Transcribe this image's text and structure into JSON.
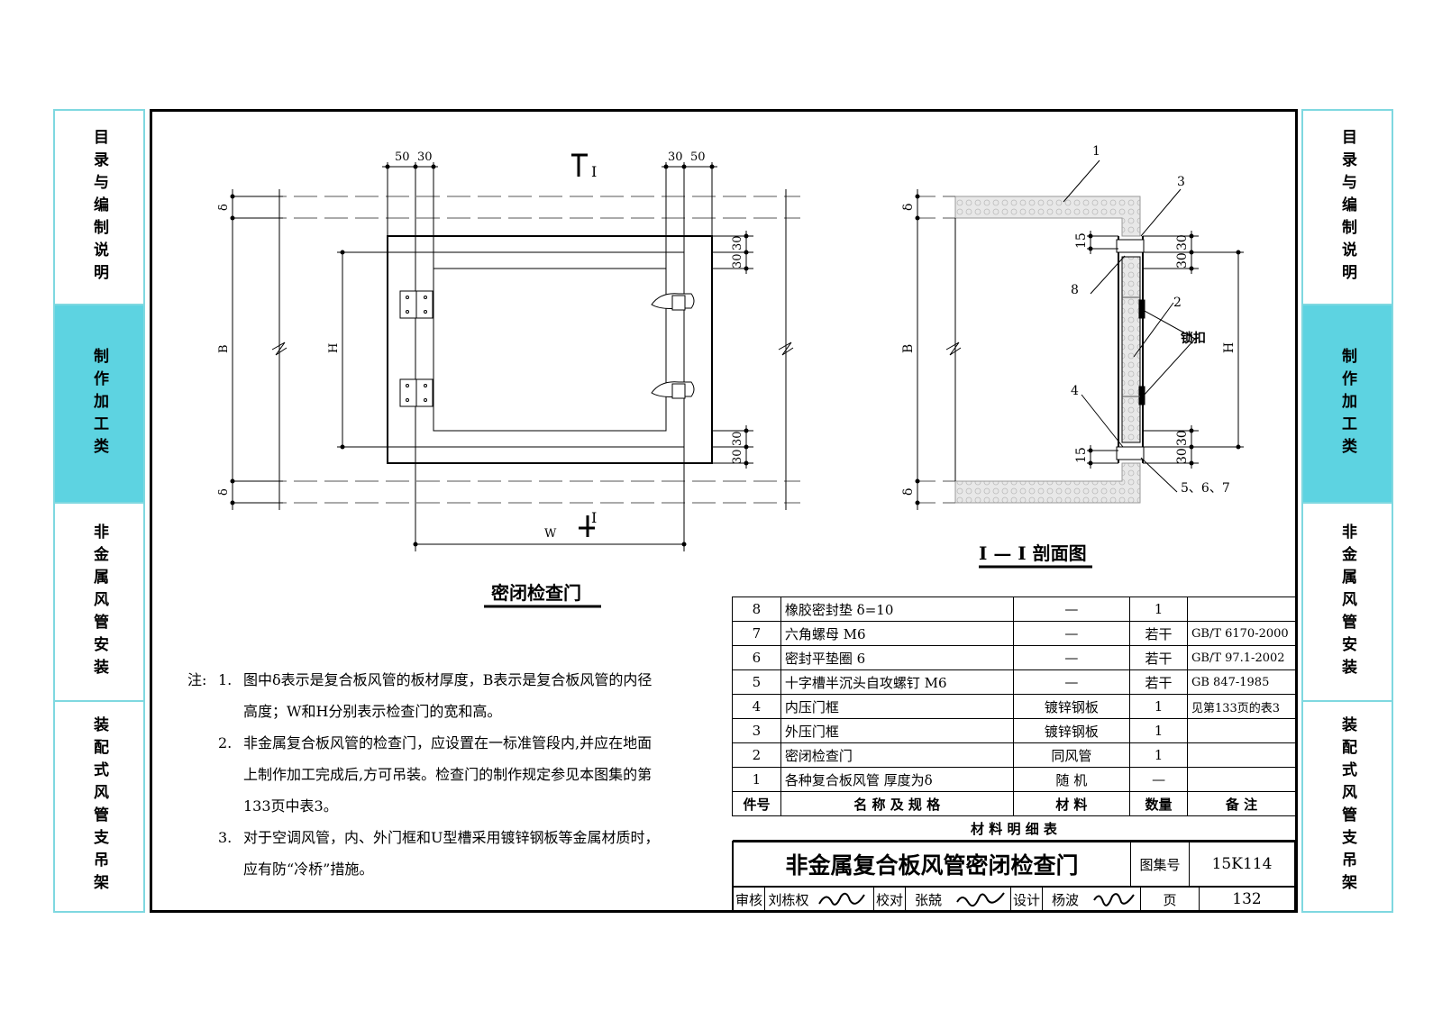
{
  "sidebar": {
    "tabs": [
      {
        "label": "目录与编制说明",
        "active": false
      },
      {
        "label": "制作加工类",
        "active": true
      },
      {
        "label": "非金属风管安装",
        "active": false
      },
      {
        "label": "装配式风管支吊架",
        "active": false
      }
    ]
  },
  "drawing": {
    "front_view": {
      "title": "密闭检查门",
      "dims_top_left": [
        "50",
        "30"
      ],
      "dims_top_right": [
        "30",
        "50"
      ],
      "dims_right": [
        "30",
        "30"
      ],
      "label_B": "B",
      "label_H": "H",
      "label_W": "W",
      "label_delta": "δ",
      "section_mark": "I"
    },
    "section_view": {
      "title": "I — I 剖面图",
      "callouts": [
        "1",
        "3",
        "8",
        "2",
        "锁扣",
        "4",
        "5、6、7"
      ],
      "dim_15": "15",
      "dims_right": [
        "30",
        "30"
      ],
      "label_B": "B",
      "label_H": "H",
      "label_delta": "δ"
    }
  },
  "notes": {
    "prefix": "注:",
    "items": [
      {
        "num": "1.",
        "lines": [
          "图中δ表示是复合板风管的板材厚度，B表示是复合板风管的内径",
          "高度；W和H分别表示检查门的宽和高。"
        ]
      },
      {
        "num": "2.",
        "lines": [
          "非金属复合板风管的检查门，应设置在一标准管段内,并应在地面",
          "上制作加工完成后,方可吊装。检查门的制作规定参见本图集的第",
          "133页中表3。"
        ]
      },
      {
        "num": "3.",
        "lines": [
          "对于空调风管，内、外门框和U型槽采用镀锌钢板等金属材质时，",
          "应有防“冷桥”措施。"
        ]
      }
    ]
  },
  "bom": {
    "rows": [
      [
        "8",
        "橡胶密封垫 δ=10",
        "—",
        "1",
        ""
      ],
      [
        "7",
        "六角螺母 M6",
        "—",
        "若干",
        "GB/T 6170-2000"
      ],
      [
        "6",
        "密封平垫圈 6",
        "—",
        "若干",
        "GB/T 97.1-2002"
      ],
      [
        "5",
        "十字槽半沉头自攻螺钉 M6",
        "—",
        "若干",
        "GB 847-1985"
      ],
      [
        "4",
        "内压门框",
        "镀锌钢板",
        "1",
        "见第133页的表3"
      ],
      [
        "3",
        "外压门框",
        "镀锌钢板",
        "1",
        ""
      ],
      [
        "2",
        "密闭检查门",
        "同风管",
        "1",
        ""
      ],
      [
        "1",
        "各种复合板风管 厚度为δ",
        "随 机",
        "—",
        ""
      ]
    ],
    "header": [
      "件号",
      "名 称 及 规 格",
      "材 料",
      "数量",
      "备 注"
    ],
    "caption": "材 料 明 细 表"
  },
  "title_block": {
    "title": "非金属复合板风管密闭检查门",
    "atlas_label": "图集号",
    "atlas_no": "15K114",
    "page_label": "页",
    "page_no": "132",
    "review_label": "审核",
    "reviewer": "刘栋权",
    "check_label": "校对",
    "checker": "张兢",
    "design_label": "设计",
    "designer": "杨波"
  },
  "colors": {
    "accent": "#5dd3e1",
    "border_cyan": "#7fd8e0",
    "line": "#000000"
  }
}
